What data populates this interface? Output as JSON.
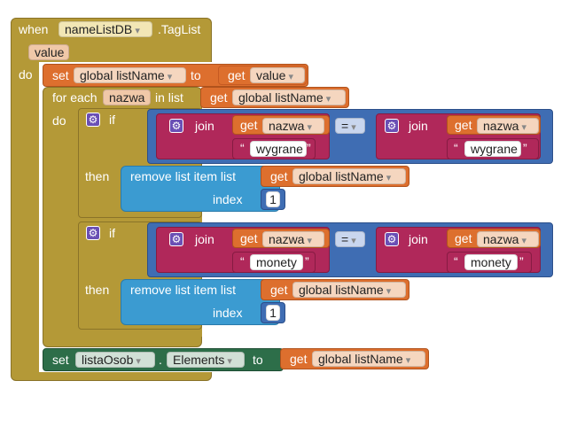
{
  "event": {
    "when": "when",
    "component": "nameListDB",
    "event_name": ".TagList",
    "param": "value",
    "do": "do"
  },
  "set_global": {
    "set": "set",
    "var": "global listName",
    "to": "to",
    "get": "get",
    "value": "value"
  },
  "foreach": {
    "for_each": "for each",
    "item": "nazwa",
    "in_list": "in list",
    "get": "get",
    "list": "global listName",
    "do": "do"
  },
  "if1": {
    "if": "if",
    "then": "then",
    "join": "join",
    "get": "get",
    "item": "nazwa",
    "op": "=",
    "literal": "wygrane",
    "remove": "remove list item  list",
    "list_get": "get",
    "list": "global listName",
    "index_label": "index",
    "index": "1"
  },
  "if2": {
    "if": "if",
    "then": "then",
    "join": "join",
    "get": "get",
    "item": "nazwa",
    "op": "=",
    "literal": "monety",
    "remove": "remove list item  list",
    "list_get": "get",
    "list": "global listName",
    "index_label": "index",
    "index": "1"
  },
  "set_elements": {
    "set": "set",
    "component": "listaOsob",
    "dot": ".",
    "property": "Elements",
    "to": "to",
    "get": "get",
    "list": "global listName"
  },
  "quotes": {
    "open": "“",
    "close": "”"
  },
  "icons": {
    "mutator": "gear-icon"
  }
}
